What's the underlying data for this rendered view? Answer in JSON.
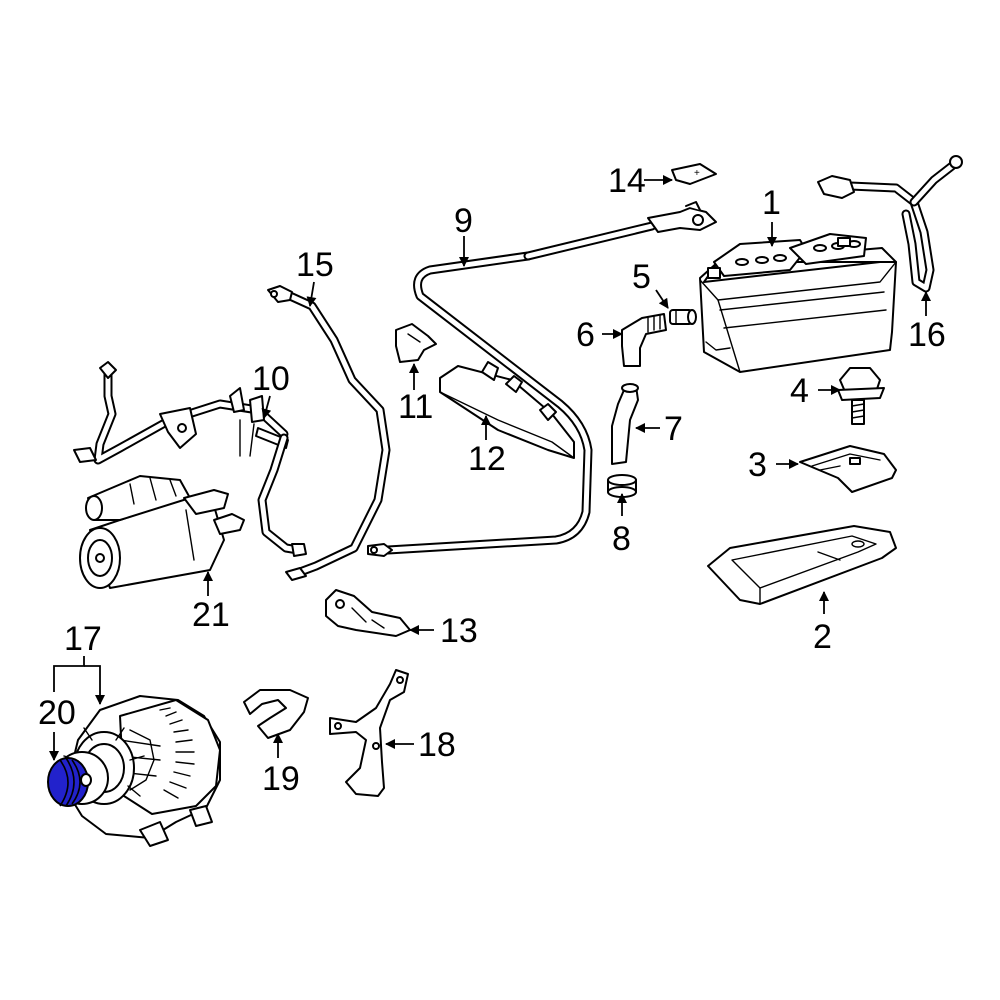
{
  "callouts": {
    "c1": "1",
    "c2": "2",
    "c3": "3",
    "c4": "4",
    "c5": "5",
    "c6": "6",
    "c7": "7",
    "c8": "8",
    "c9": "9",
    "c10": "10",
    "c11": "11",
    "c12": "12",
    "c13": "13",
    "c14": "14",
    "c15": "15",
    "c16": "16",
    "c17": "17",
    "c18": "18",
    "c19": "19",
    "c20": "20",
    "c21": "21"
  },
  "battery_terminal_symbol": "+",
  "highlight_color": "#2222cc"
}
